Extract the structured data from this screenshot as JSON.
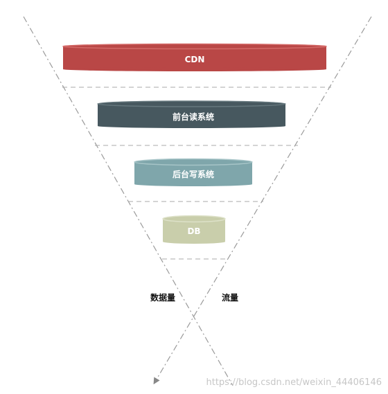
{
  "layers": [
    {
      "label": "CDN",
      "color": "#b94746",
      "rim": "#d46a68"
    },
    {
      "label": "前台读系统",
      "color": "#47585f",
      "rim": "#66787e"
    },
    {
      "label": "后台写系统",
      "color": "#7fa6ab",
      "rim": "#a6c4c7"
    },
    {
      "label": "DB",
      "color": "#c9ceab",
      "rim": "#dde1c8"
    }
  ],
  "axes": {
    "data_volume": "数据量",
    "traffic": "流量"
  },
  "watermark": "https://blog.csdn.net/weixin_44406146",
  "colors": {
    "lines": "#9a9a9a",
    "background": "#ffffff"
  }
}
